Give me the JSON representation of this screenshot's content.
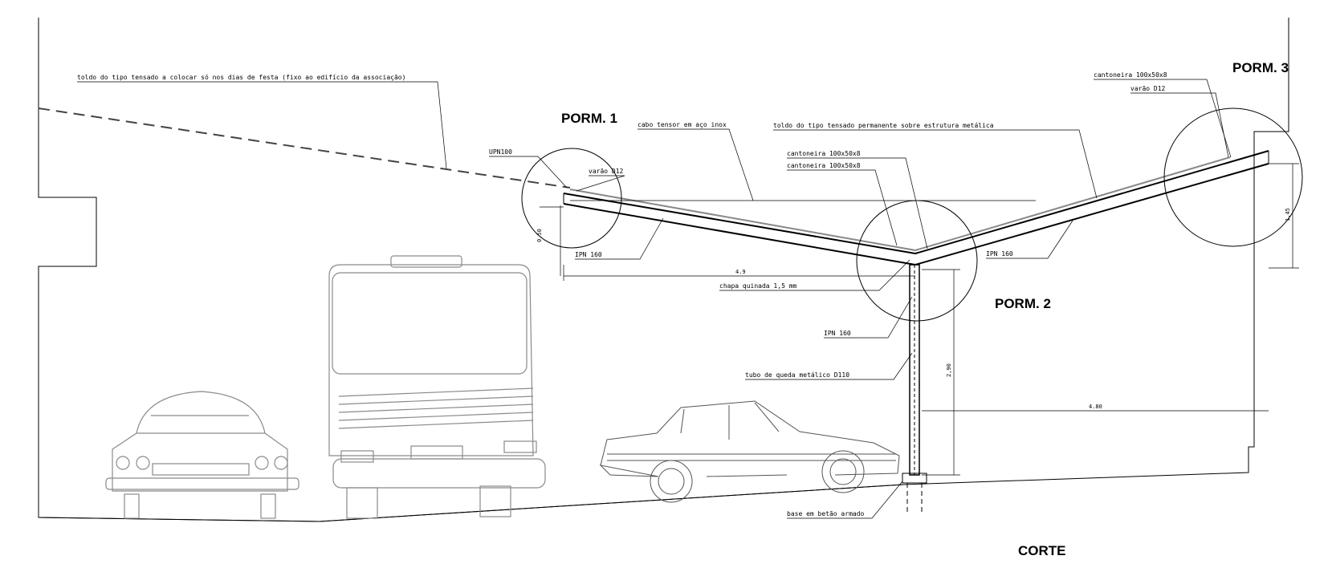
{
  "titles": {
    "porm1": "PORM. 1",
    "porm2": "PORM. 2",
    "porm3": "PORM. 3",
    "corte": "CORTE"
  },
  "labels": {
    "toldo_festa": "toldo do tipo tensado a colocar só nos dias de festa (fixo ao edifício da associação)",
    "cabo_tensor": "cabo tensor em aço inox",
    "toldo_permanente": "toldo do tipo tensado permanente sobre estrutura metálica",
    "cantoneira_right": "cantoneira 100x50x8",
    "varao_right": "varão D12",
    "upn100": "UPN100",
    "varao_left": "varão D12",
    "cantoneira_mid_1": "cantoneira 100x50x8",
    "cantoneira_mid_2": "cantoneira 100x50x8",
    "ipn160_left": "IPN 160",
    "ipn160_right": "IPN 160",
    "chapa": "chapa quinada 1,5 mm",
    "ipn160_column": "IPN 160",
    "tubo": "tubo de queda metálico D110",
    "base": "base em betão armado"
  },
  "dimensions": {
    "d_0_50": "0,50",
    "d_4_9": "4.9",
    "d_2_90": "2,90",
    "d_4_80": "4.80",
    "d_1_45": "1,45"
  }
}
